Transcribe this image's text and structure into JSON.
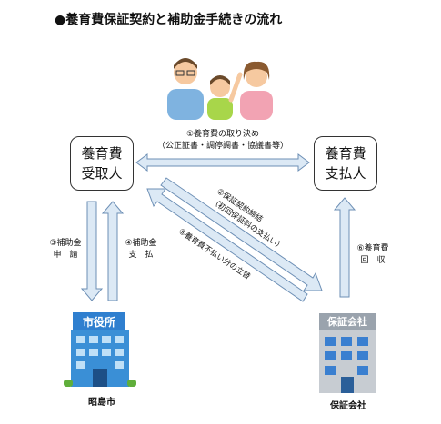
{
  "title": "●養育費保証契約と補助金手続きの流れ",
  "boxes": {
    "receiver_line1": "養育費",
    "receiver_line2": "受取人",
    "payer_line1": "養育費",
    "payer_line2": "支払人"
  },
  "steps": {
    "s1_line1": "①養育費の取り決め",
    "s1_line2": "（公正証書・調停調書・協議書等）",
    "s2_line1": "②保証契約締結",
    "s2_line2": "（初回保証料の支払い）",
    "s3_line1": "③補助金",
    "s3_line2": "申　請",
    "s4_line1": "④補助金",
    "s4_line2": "支　払",
    "s5": "⑤養育費不払い分の立替",
    "s6_line1": "⑥養育費",
    "s6_line2": "回　収"
  },
  "buildings": {
    "city_sign": "市役所",
    "city_name": "昭島市",
    "company_sign": "保証会社",
    "company_name": "保証会社"
  },
  "colors": {
    "arrow_fill": "#dce9f5",
    "arrow_stroke": "#6d8fb5",
    "city_building": "#3a8fd6",
    "company_building": "#c7ccd2"
  }
}
